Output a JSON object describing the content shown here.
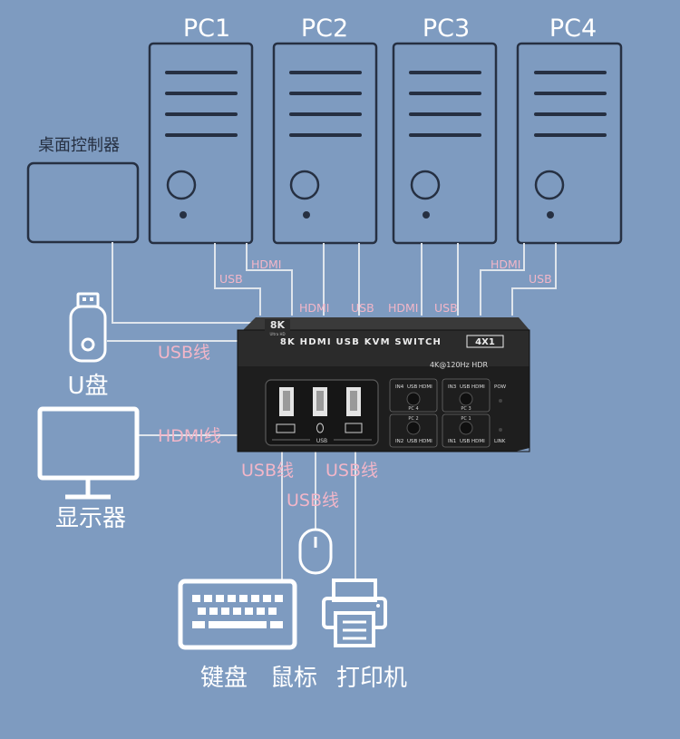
{
  "pcs": [
    {
      "label": "PC1"
    },
    {
      "label": "PC2"
    },
    {
      "label": "PC3"
    },
    {
      "label": "PC4"
    }
  ],
  "controller": {
    "label": "桌面控制器"
  },
  "cable_labels": {
    "usb": "USB",
    "hdmi": "HDMI",
    "usb_line": "USB线",
    "hdmi_line": "HDMI线"
  },
  "devices": {
    "udisk": "U盘",
    "monitor": "显示器",
    "keyboard": "键盘",
    "mouse": "鼠标",
    "printer": "打印机"
  },
  "kvm": {
    "badge": "8K",
    "badge_sub": "Ultra HD",
    "title": "8K HDMI USB KVM SWITCH",
    "tag": "4X1",
    "spec": "4K@120Hz  HDR",
    "usb_label": "USB",
    "pow": "POW",
    "link": "LINK",
    "pc_buttons": [
      {
        "in": "IN4",
        "pc": "PC 4"
      },
      {
        "in": "IN3",
        "pc": "PC 3"
      },
      {
        "in": "IN2",
        "pc": "PC 2"
      },
      {
        "in": "IN1",
        "pc": "PC 1"
      }
    ],
    "port_text": "USB HDMI"
  },
  "colors": {
    "background": "#7e9bc0",
    "line": "#dfe5ec",
    "pink": "#f2b6c8",
    "box": "#262626"
  }
}
